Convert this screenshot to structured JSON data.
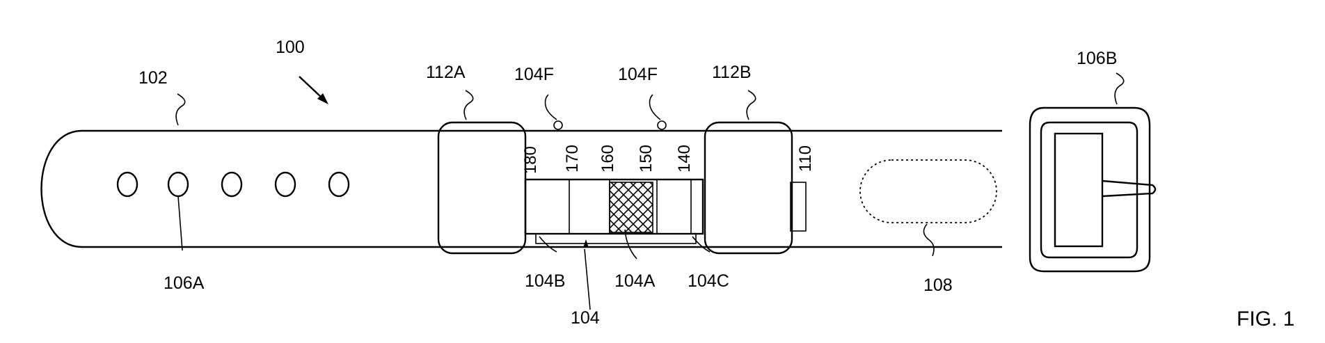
{
  "figure": {
    "title": "FIG. 1",
    "labels": {
      "belt": "100",
      "strap": "102",
      "hole": "106A",
      "buckle": "106B",
      "loop_left": "112A",
      "loop_right": "112B",
      "flag_left": "104F",
      "flag_right": "104F",
      "sensor": "104",
      "segment_a": "104A",
      "segment_b": "104B",
      "segment_c": "104C",
      "region": "108"
    },
    "scale_ticks": [
      "180",
      "170",
      "160",
      "150",
      "140",
      "110"
    ],
    "hole_count": 5
  },
  "colors": {
    "line": "#000000",
    "background": "#ffffff"
  }
}
